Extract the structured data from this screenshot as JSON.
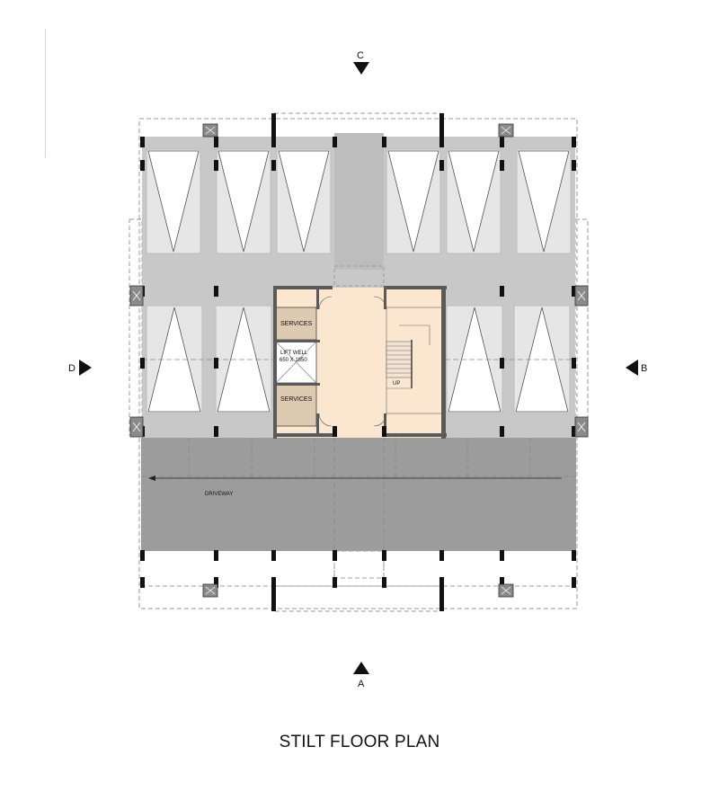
{
  "title": "STILT FLOOR PLAN",
  "section_markers": {
    "top": "C",
    "bottom": "A",
    "left": "D",
    "right": "B"
  },
  "rooms": {
    "services_upper": "SERVICES",
    "services_lower": "SERVICES",
    "lift_well_line1": "LIFT WELL",
    "lift_well_line2": "650 X 1850",
    "stair_label": "UP",
    "driveway": "DRIVEWAY"
  },
  "colors": {
    "paving": "#c8c8c8",
    "driveway": "#9c9c9c",
    "parking_bay": "#e6e6e6",
    "lobby": "#fbe6cf",
    "services": "#dccbb0",
    "wall": "#5a5a5a",
    "column": "#111111"
  }
}
